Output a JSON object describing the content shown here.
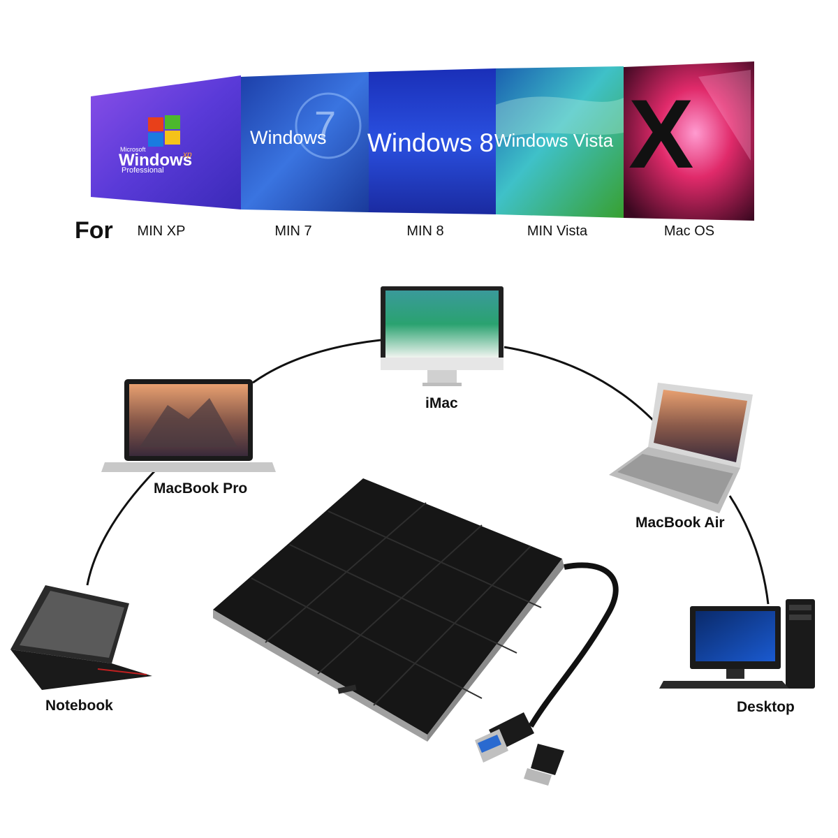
{
  "os_banner": {
    "for_label": "For",
    "panels": [
      {
        "name": "windows-xp",
        "logo_line1": "Microsoft",
        "logo_main": "Windows",
        "logo_suffix": "xp",
        "logo_line2": "Professional",
        "caption": "MIN XP"
      },
      {
        "name": "windows-7",
        "logo_main": "Windows",
        "logo_suffix": "7",
        "caption": "MIN 7"
      },
      {
        "name": "windows-8",
        "logo_main": "Windows 8",
        "caption": "MIN 8"
      },
      {
        "name": "windows-vista",
        "logo_main": "Windows Vista",
        "caption": "MIN Vista"
      },
      {
        "name": "mac-os",
        "logo_main": "X",
        "caption": "Mac OS"
      }
    ]
  },
  "devices": {
    "imac": "iMac",
    "macbook_pro": "MacBook Pro",
    "macbook_air": "MacBook Air",
    "notebook": "Notebook",
    "desktop": "Desktop"
  },
  "colors": {
    "xp_panel": "#6a3fd4",
    "win7_panel": "#2a5fd0",
    "win8_panel": "#1a3fcf",
    "vista_panel": "#2aa27a",
    "macos_panel": "#c8284a",
    "drive_body": "#141414",
    "connector_line": "#111111"
  }
}
